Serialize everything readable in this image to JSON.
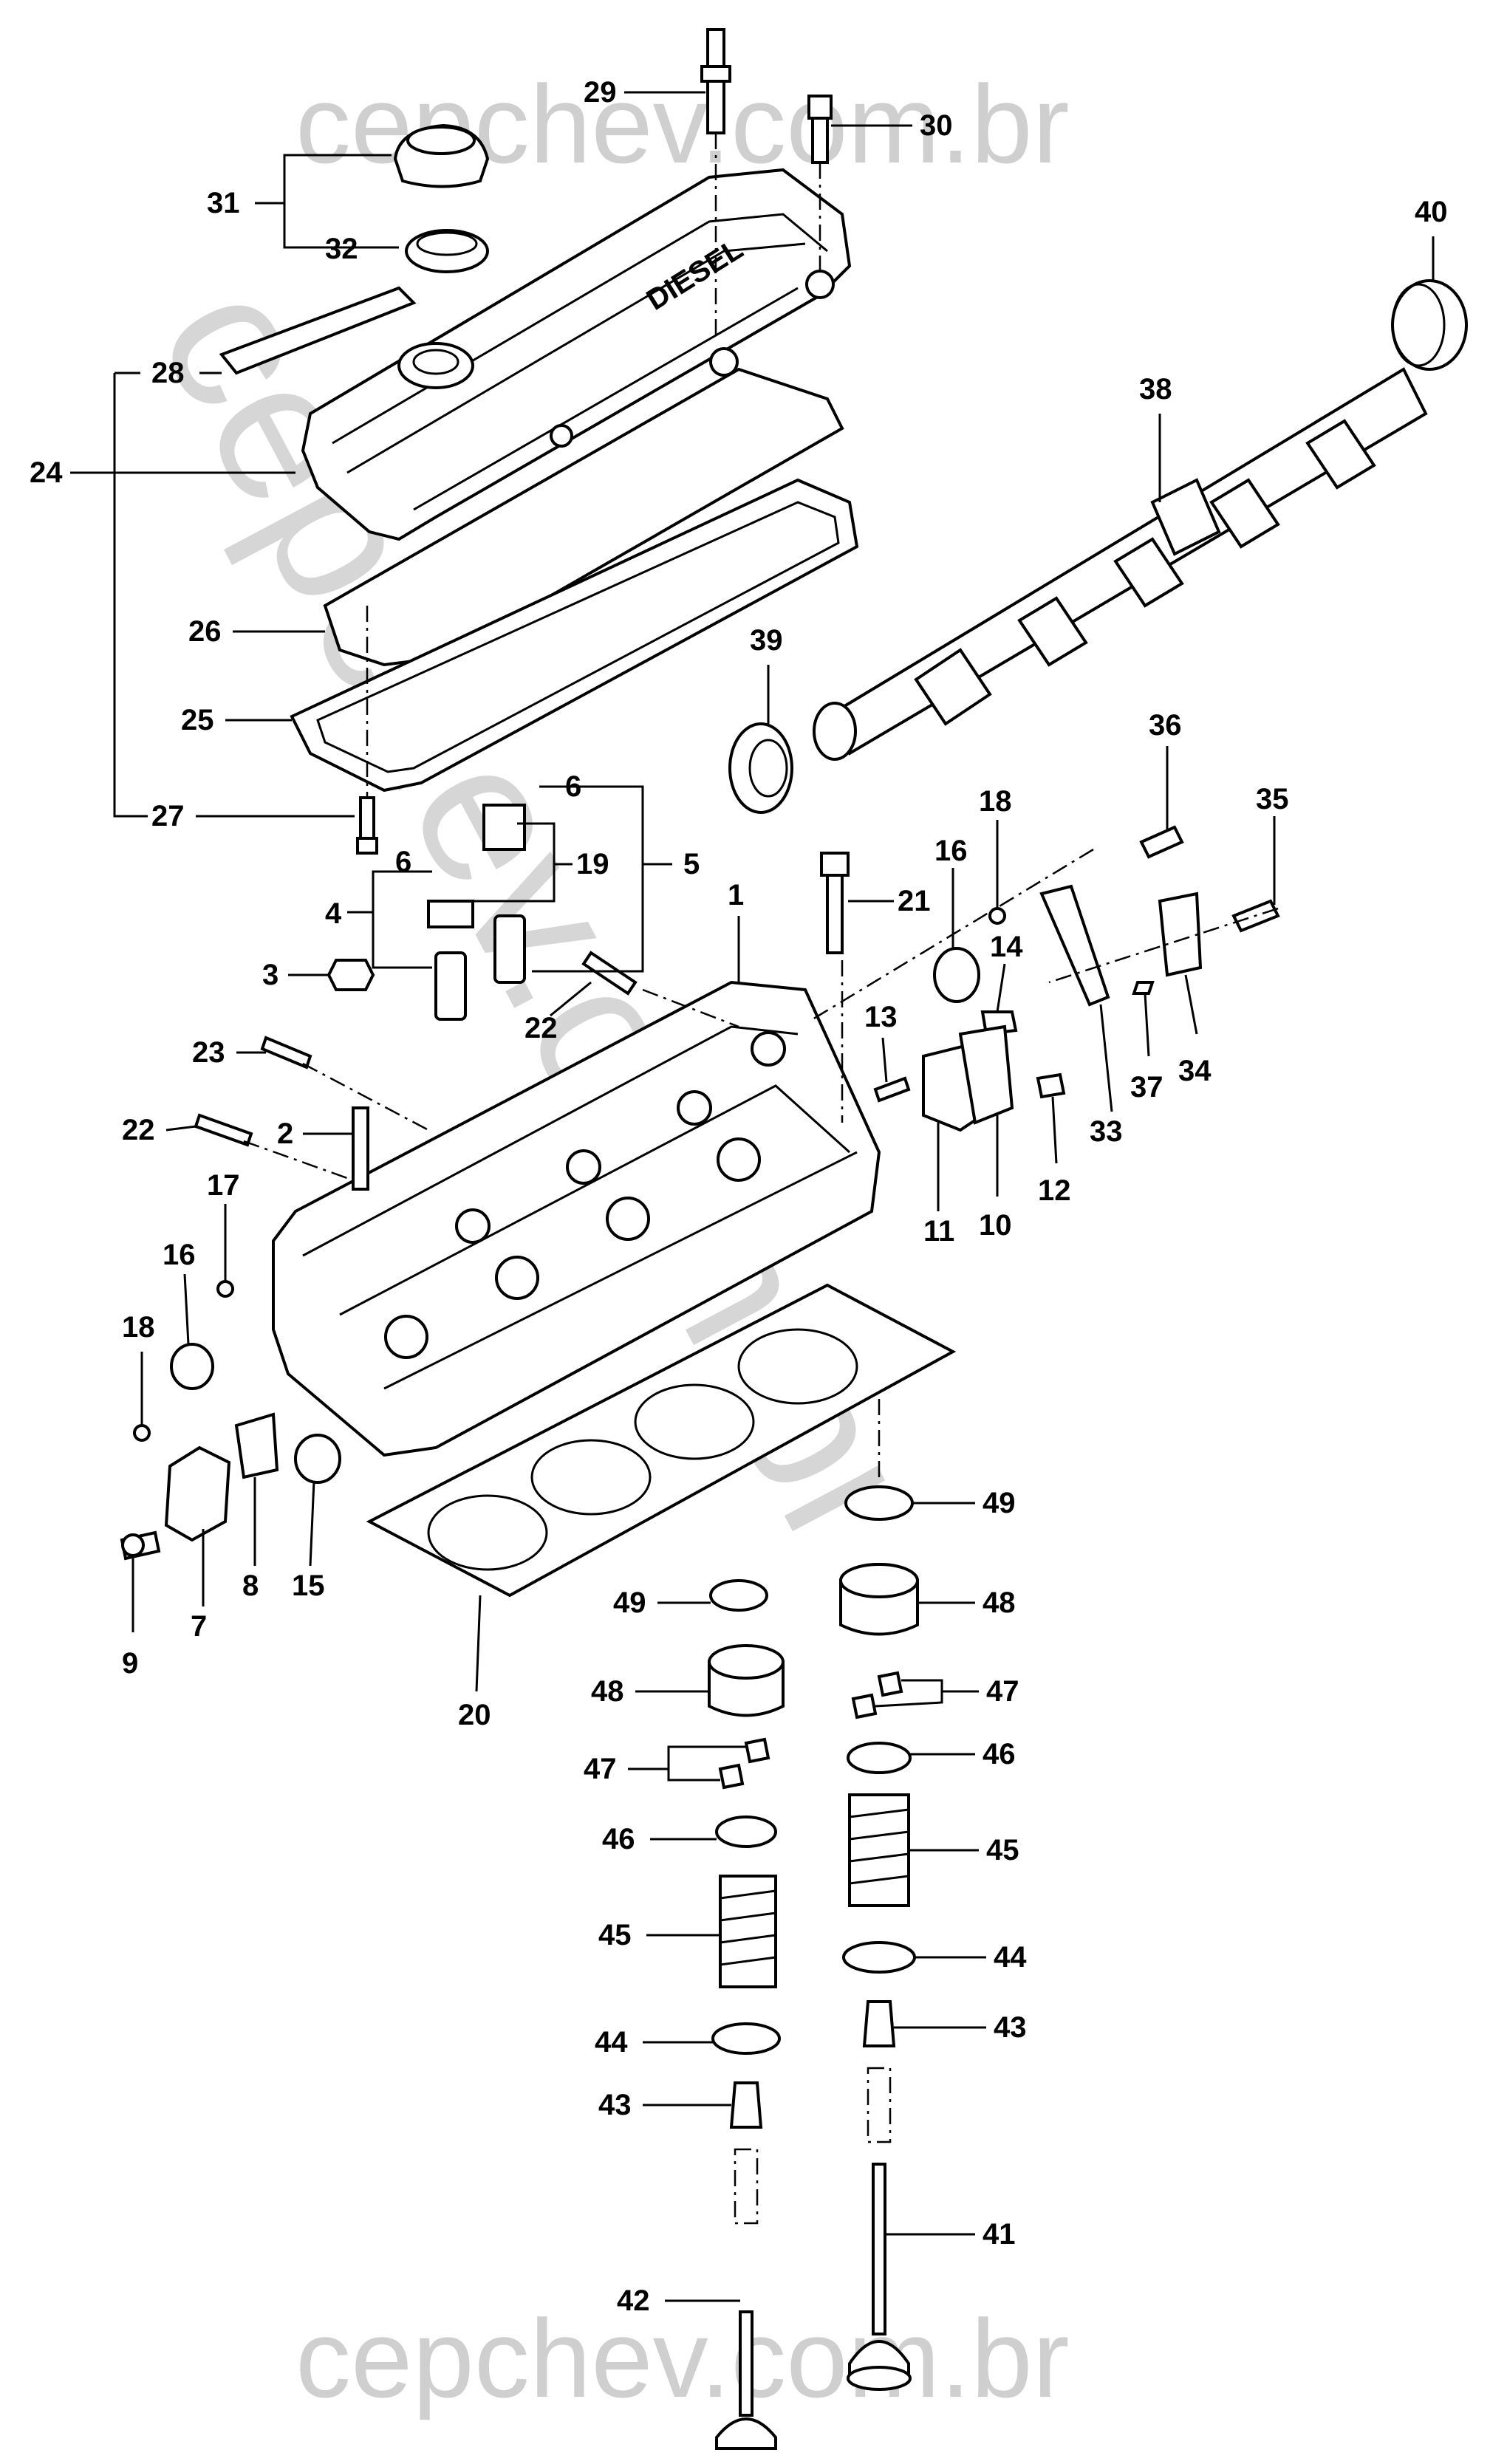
{
  "watermarks": {
    "top": "cepchev.com.br",
    "bottom": "cepchev.com.br",
    "diagonal": "cepchev.com.br"
  },
  "parts_labels": {
    "p1": "1",
    "p2": "2",
    "p3": "3",
    "p4": "4",
    "p5": "5",
    "p6a": "6",
    "p6b": "6",
    "p7": "7",
    "p8": "8",
    "p9": "9",
    "p10": "10",
    "p11": "11",
    "p12": "12",
    "p13": "13",
    "p14": "14",
    "p15": "15",
    "p16a": "16",
    "p16b": "16",
    "p17": "17",
    "p18a": "18",
    "p18b": "18",
    "p19": "19",
    "p20": "20",
    "p21": "21",
    "p22a": "22",
    "p22b": "22",
    "p23": "23",
    "p24": "24",
    "p25": "25",
    "p26": "26",
    "p27": "27",
    "p28": "28",
    "p29": "29",
    "p30": "30",
    "p31": "31",
    "p32": "32",
    "p33": "33",
    "p34": "34",
    "p35": "35",
    "p36": "36",
    "p37": "37",
    "p38": "38",
    "p39": "39",
    "p40": "40",
    "p41": "41",
    "p42": "42",
    "p43a": "43",
    "p43b": "43",
    "p44a": "44",
    "p44b": "44",
    "p45a": "45",
    "p45b": "45",
    "p46a": "46",
    "p46b": "46",
    "p47a": "47",
    "p47b": "47",
    "p48a": "48",
    "p48b": "48",
    "p49a": "49",
    "p49b": "49"
  },
  "cover_text": "DIESEL"
}
